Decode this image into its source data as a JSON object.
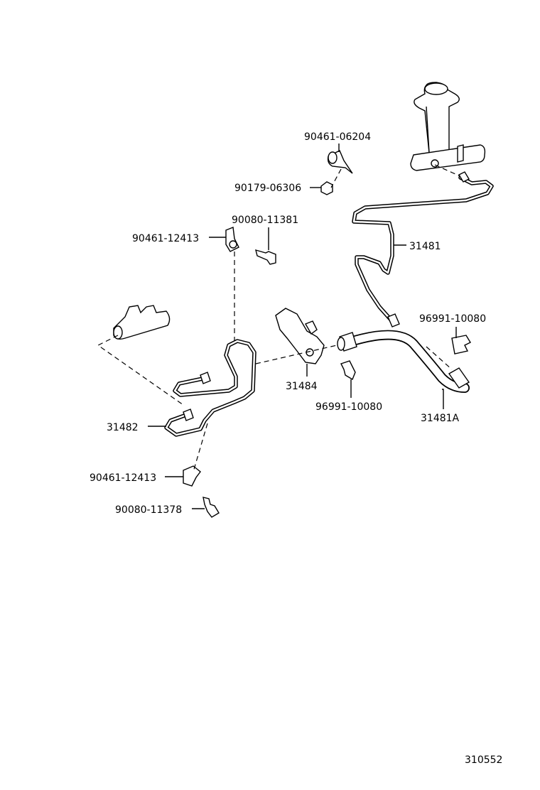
{
  "labels": {
    "p_90461_06204": "90461-06204",
    "p_90179_06306": "90179-06306",
    "p_90080_11381": "90080-11381",
    "p_90461_12413_top": "90461-12413",
    "p_31481": "31481",
    "p_96991_10080_right": "96991-10080",
    "p_31484": "31484",
    "p_96991_10080_mid": "96991-10080",
    "p_31481A": "31481A",
    "p_31482": "31482",
    "p_90461_12413_bottom": "90461-12413",
    "p_90080_11378": "90080-11378",
    "diagram_code": "310552"
  }
}
